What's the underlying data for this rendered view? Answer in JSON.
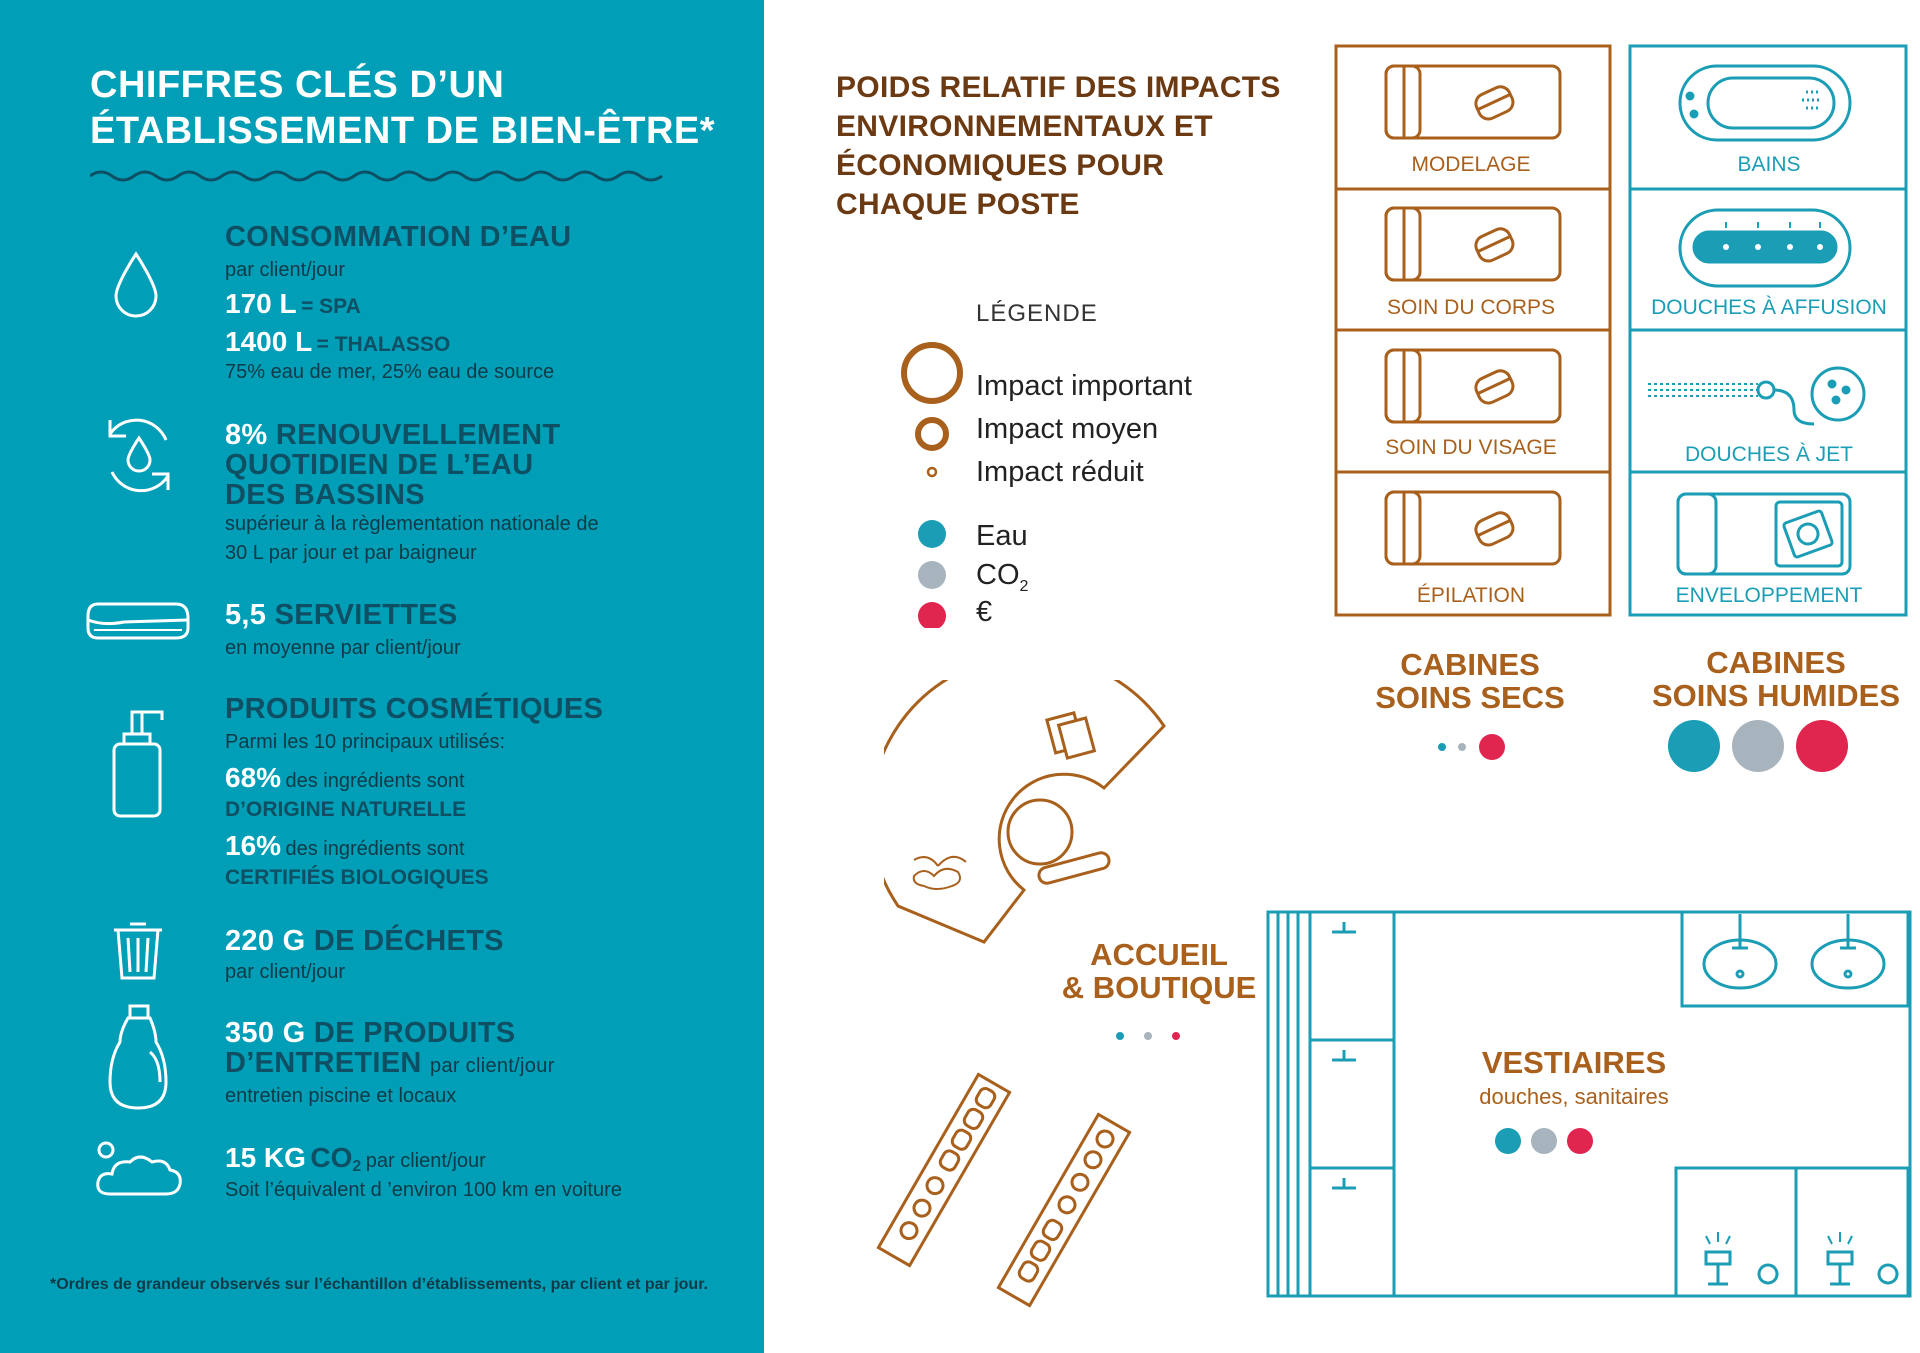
{
  "left": {
    "title_line1": "CHIFFRES CLÉS D’UN",
    "title_line2": "ÉTABLISSEMENT DE BIEN-ÊTRE*",
    "water": {
      "heading": "CONSOMMATION D’EAU",
      "sub": "par client/jour",
      "spa_value": "170 L",
      "spa_label": "= SPA",
      "thalasso_value": "1400 L",
      "thalasso_label": "= THALASSO",
      "note": "75% eau de mer, 25% eau de source"
    },
    "renewal": {
      "value": "8%",
      "heading_line1": "RENOUVELLEMENT",
      "heading_line2": "QUOTIDIEN DE L’EAU",
      "heading_line3": "DES BASSINS",
      "note_line1": "supérieur à la règlementation nationale de",
      "note_line2": "30 L par jour et par baigneur"
    },
    "towels": {
      "value": "5,5",
      "heading": "SERVIETTES",
      "sub": "en moyenne par client/jour"
    },
    "cosmetics": {
      "heading": "PRODUITS COSMÉTIQUES",
      "sub": "Parmi les 10 principaux utilisés:",
      "natural_value": "68%",
      "natural_text": "des ingrédients sont",
      "natural_label": "D’ORIGINE NATURELLE",
      "organic_value": "16%",
      "organic_text": "des ingrédients sont",
      "organic_label": "CERTIFIÉS BIOLOGIQUES"
    },
    "waste": {
      "value": "220 G",
      "heading": "DE DÉCHETS",
      "sub": "par client/jour"
    },
    "cleaning": {
      "value": "350 G",
      "heading_line1": "DE PRODUITS",
      "heading_line2": "D’ENTRETIEN",
      "per": "par client/jour",
      "sub": "entretien piscine et locaux"
    },
    "co2": {
      "value": "15 KG",
      "co": "CO",
      "sub2": "2",
      "per": "par client/jour",
      "sub": "Soit l’équivalent d ’environ 100 km en voiture"
    },
    "footnote": "*Ordres de grandeur observés sur l’échantillon d’établissements, par client et par jour."
  },
  "right": {
    "title_line1": "POIDS RELATIF DES IMPACTS",
    "title_line2": "ENVIRONNEMENTAUX ET",
    "title_line3": "ÉCONOMIQUES POUR",
    "title_line4": "CHAQUE POSTE",
    "legend": {
      "title": "LÉGENDE",
      "high": "Impact important",
      "medium": "Impact moyen",
      "low": "Impact réduit",
      "water": "Eau",
      "co2": "CO",
      "co2_sub": "2",
      "money": "€"
    },
    "dry_cabins": [
      "MODELAGE",
      "SOIN DU CORPS",
      "SOIN DU VISAGE",
      "ÉPILATION"
    ],
    "wet_cabins": [
      "BAINS",
      "DOUCHES À AFFUSION",
      "DOUCHES À JET",
      "ENVELOPPEMENT"
    ],
    "dry_title_line1": "CABINES",
    "dry_title_line2": "SOINS SECS",
    "wet_title_line1": "CABINES",
    "wet_title_line2": "SOINS HUMIDES",
    "reception_line1": "ACCUEIL",
    "reception_line2": "& BOUTIQUE",
    "lockers_title": "VESTIAIRES",
    "lockers_sub": "douches, sanitaires",
    "colors": {
      "water": "#1a9db5",
      "co2": "#a8b4bd",
      "money": "#e0254f",
      "brown": "#a8601c",
      "teal": "#1a9db5"
    }
  }
}
